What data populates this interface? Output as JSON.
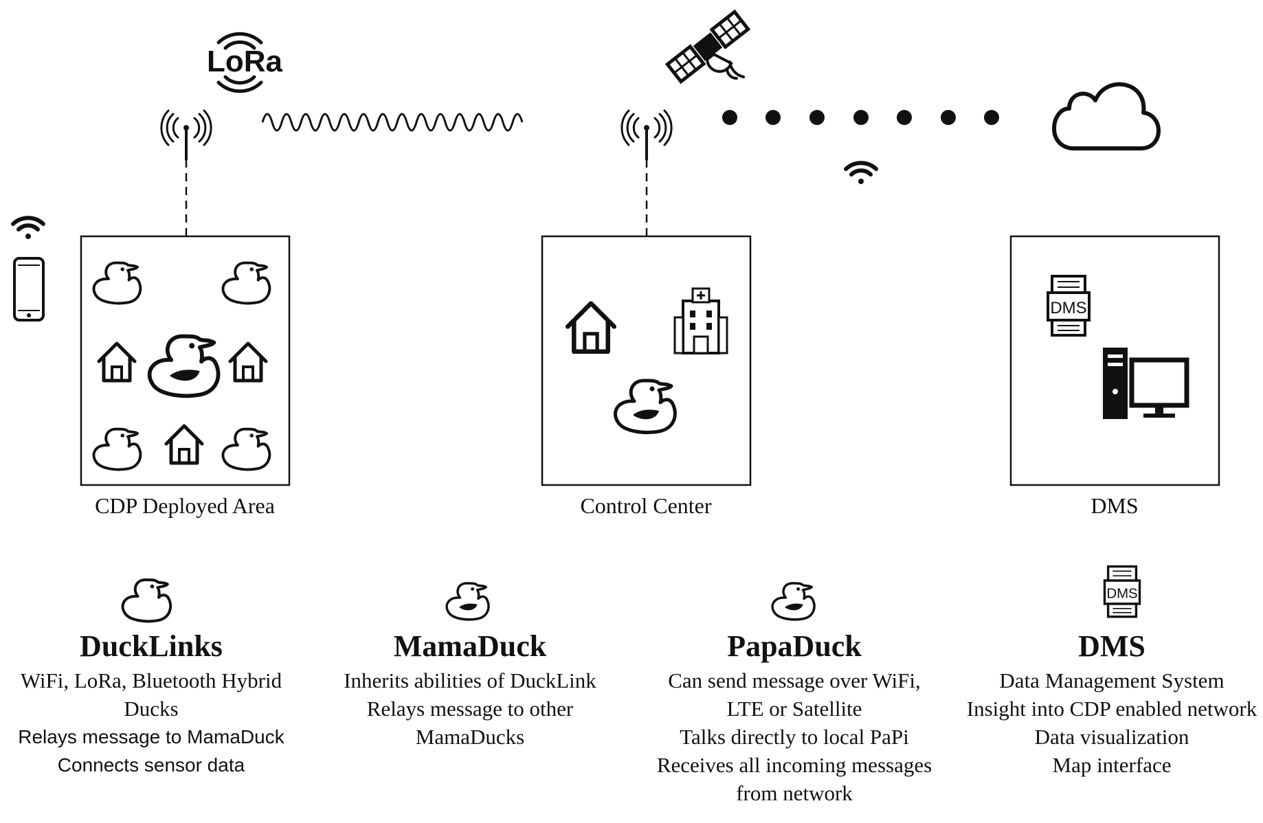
{
  "protocol": {
    "lora_logo": "LoRa",
    "dms_badge": "DMS"
  },
  "areas": [
    {
      "id": "cdp",
      "label": "CDP Deployed Area"
    },
    {
      "id": "control",
      "label": "Control Center"
    },
    {
      "id": "dms",
      "label": "DMS"
    }
  ],
  "legend": [
    {
      "title": "DuckLinks",
      "lines": [
        "WiFi, LoRa, Bluetooth Hybrid",
        "Ducks",
        "Relays message to MamaDuck",
        "Connects sensor data"
      ]
    },
    {
      "title": "MamaDuck",
      "lines": [
        "Inherits abilities of DuckLink",
        "Relays message to other",
        "MamaDucks"
      ]
    },
    {
      "title": "PapaDuck",
      "lines": [
        "Can send message over WiFi,",
        "LTE or Satellite",
        "Talks directly to local PaPi",
        "Receives all incoming messages",
        "from network"
      ]
    },
    {
      "title": "DMS",
      "lines": [
        "Data Management System",
        "Insight into CDP enabled network",
        "Data visualization",
        "Map interface"
      ]
    }
  ]
}
